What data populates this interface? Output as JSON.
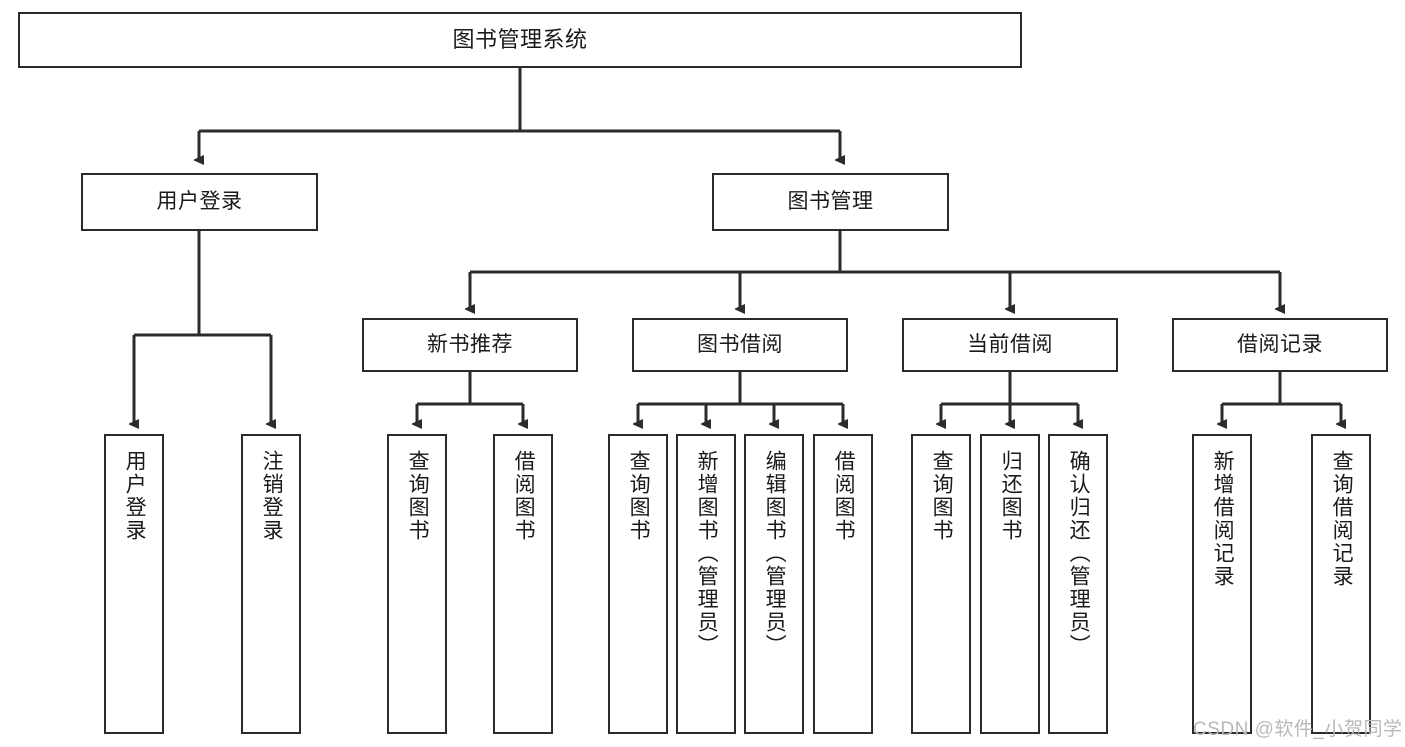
{
  "diagram": {
    "title": "图书管理系统",
    "type": "hierarchy-tree",
    "theme": {
      "background": "#ffffff",
      "box_border": "#2b2b2b",
      "box_fill": "#ffffff",
      "connector": "#2b2b2b",
      "text": "#1a1a1a",
      "watermark": "#b9b9b9"
    },
    "root": {
      "label": "图书管理系统"
    },
    "level1": [
      {
        "label": "用户登录"
      },
      {
        "label": "图书管理"
      }
    ],
    "level2": [
      {
        "label": "新书推荐"
      },
      {
        "label": "图书借阅"
      },
      {
        "label": "当前借阅"
      },
      {
        "label": "借阅记录"
      }
    ],
    "leaves": {
      "user_login": [
        {
          "label": "用户登录"
        },
        {
          "label": "注销登录"
        }
      ],
      "new_book_recommend": [
        {
          "label": "查询图书"
        },
        {
          "label": "借阅图书"
        }
      ],
      "book_borrow": [
        {
          "label": "查询图书"
        },
        {
          "label": "新增图书（管理员）"
        },
        {
          "label": "编辑图书（管理员）"
        },
        {
          "label": "借阅图书"
        }
      ],
      "current_borrow": [
        {
          "label": "查询图书"
        },
        {
          "label": "归还图书"
        },
        {
          "label": "确认归还（管理员）"
        }
      ],
      "borrow_record": [
        {
          "label": "新增借阅记录"
        },
        {
          "label": "查询借阅记录"
        }
      ]
    }
  },
  "watermark": {
    "text": "CSDN @软件_小贺同学"
  }
}
